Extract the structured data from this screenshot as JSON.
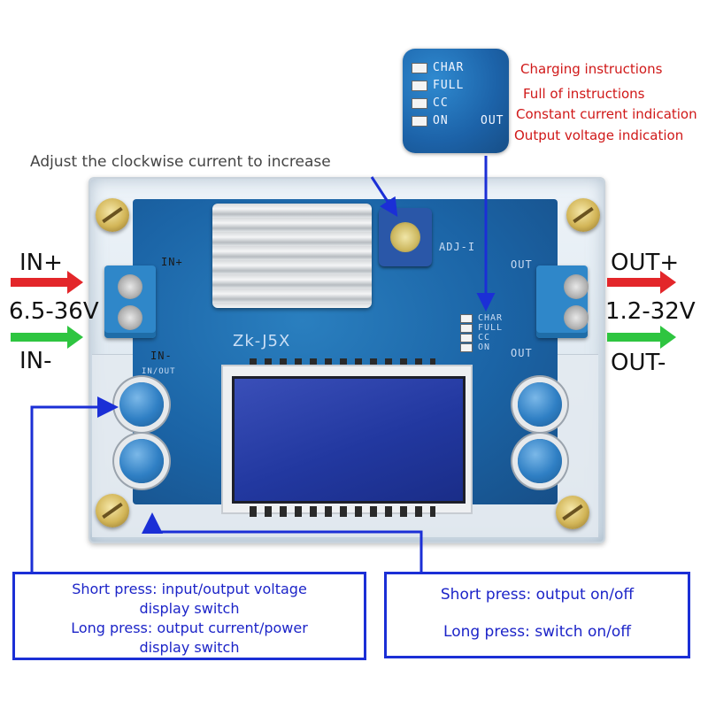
{
  "annotations": {
    "adjust_current": "Adjust the clockwise current to increase",
    "led_notes": [
      "Charging instructions",
      "Full of instructions",
      "Constant current indication",
      "Output voltage indication"
    ]
  },
  "ports": {
    "in_plus": "IN+",
    "in_voltage": "6.5-36V",
    "in_minus": "IN-",
    "out_plus": "OUT+",
    "out_voltage": "1.2-32V",
    "out_minus": "OUT-"
  },
  "board": {
    "model": "Zk-J5X",
    "silk_in_plus": "IN+",
    "silk_in_minus": "IN-",
    "silk_out": "OUT",
    "silk_in_out": "IN/OUT",
    "silk_adj": "ADJ-I",
    "leds": [
      "CHAR",
      "FULL",
      "CC",
      "ON"
    ]
  },
  "inset": {
    "leds": [
      "CHAR",
      "FULL",
      "CC",
      "ON"
    ],
    "silk_out": "OUT"
  },
  "left_box": {
    "line1": "Short press: input/output voltage",
    "line2": "display switch",
    "line3": "Long press: output current/power",
    "line4": "display switch"
  },
  "right_box": {
    "line1": "Short press: output on/off",
    "line2": "Long press: switch on/off"
  },
  "colors": {
    "arrow_red": "#e3262a",
    "arrow_green": "#2ec540",
    "pointer_blue": "#1b2fd6",
    "note_red": "#d01818"
  }
}
